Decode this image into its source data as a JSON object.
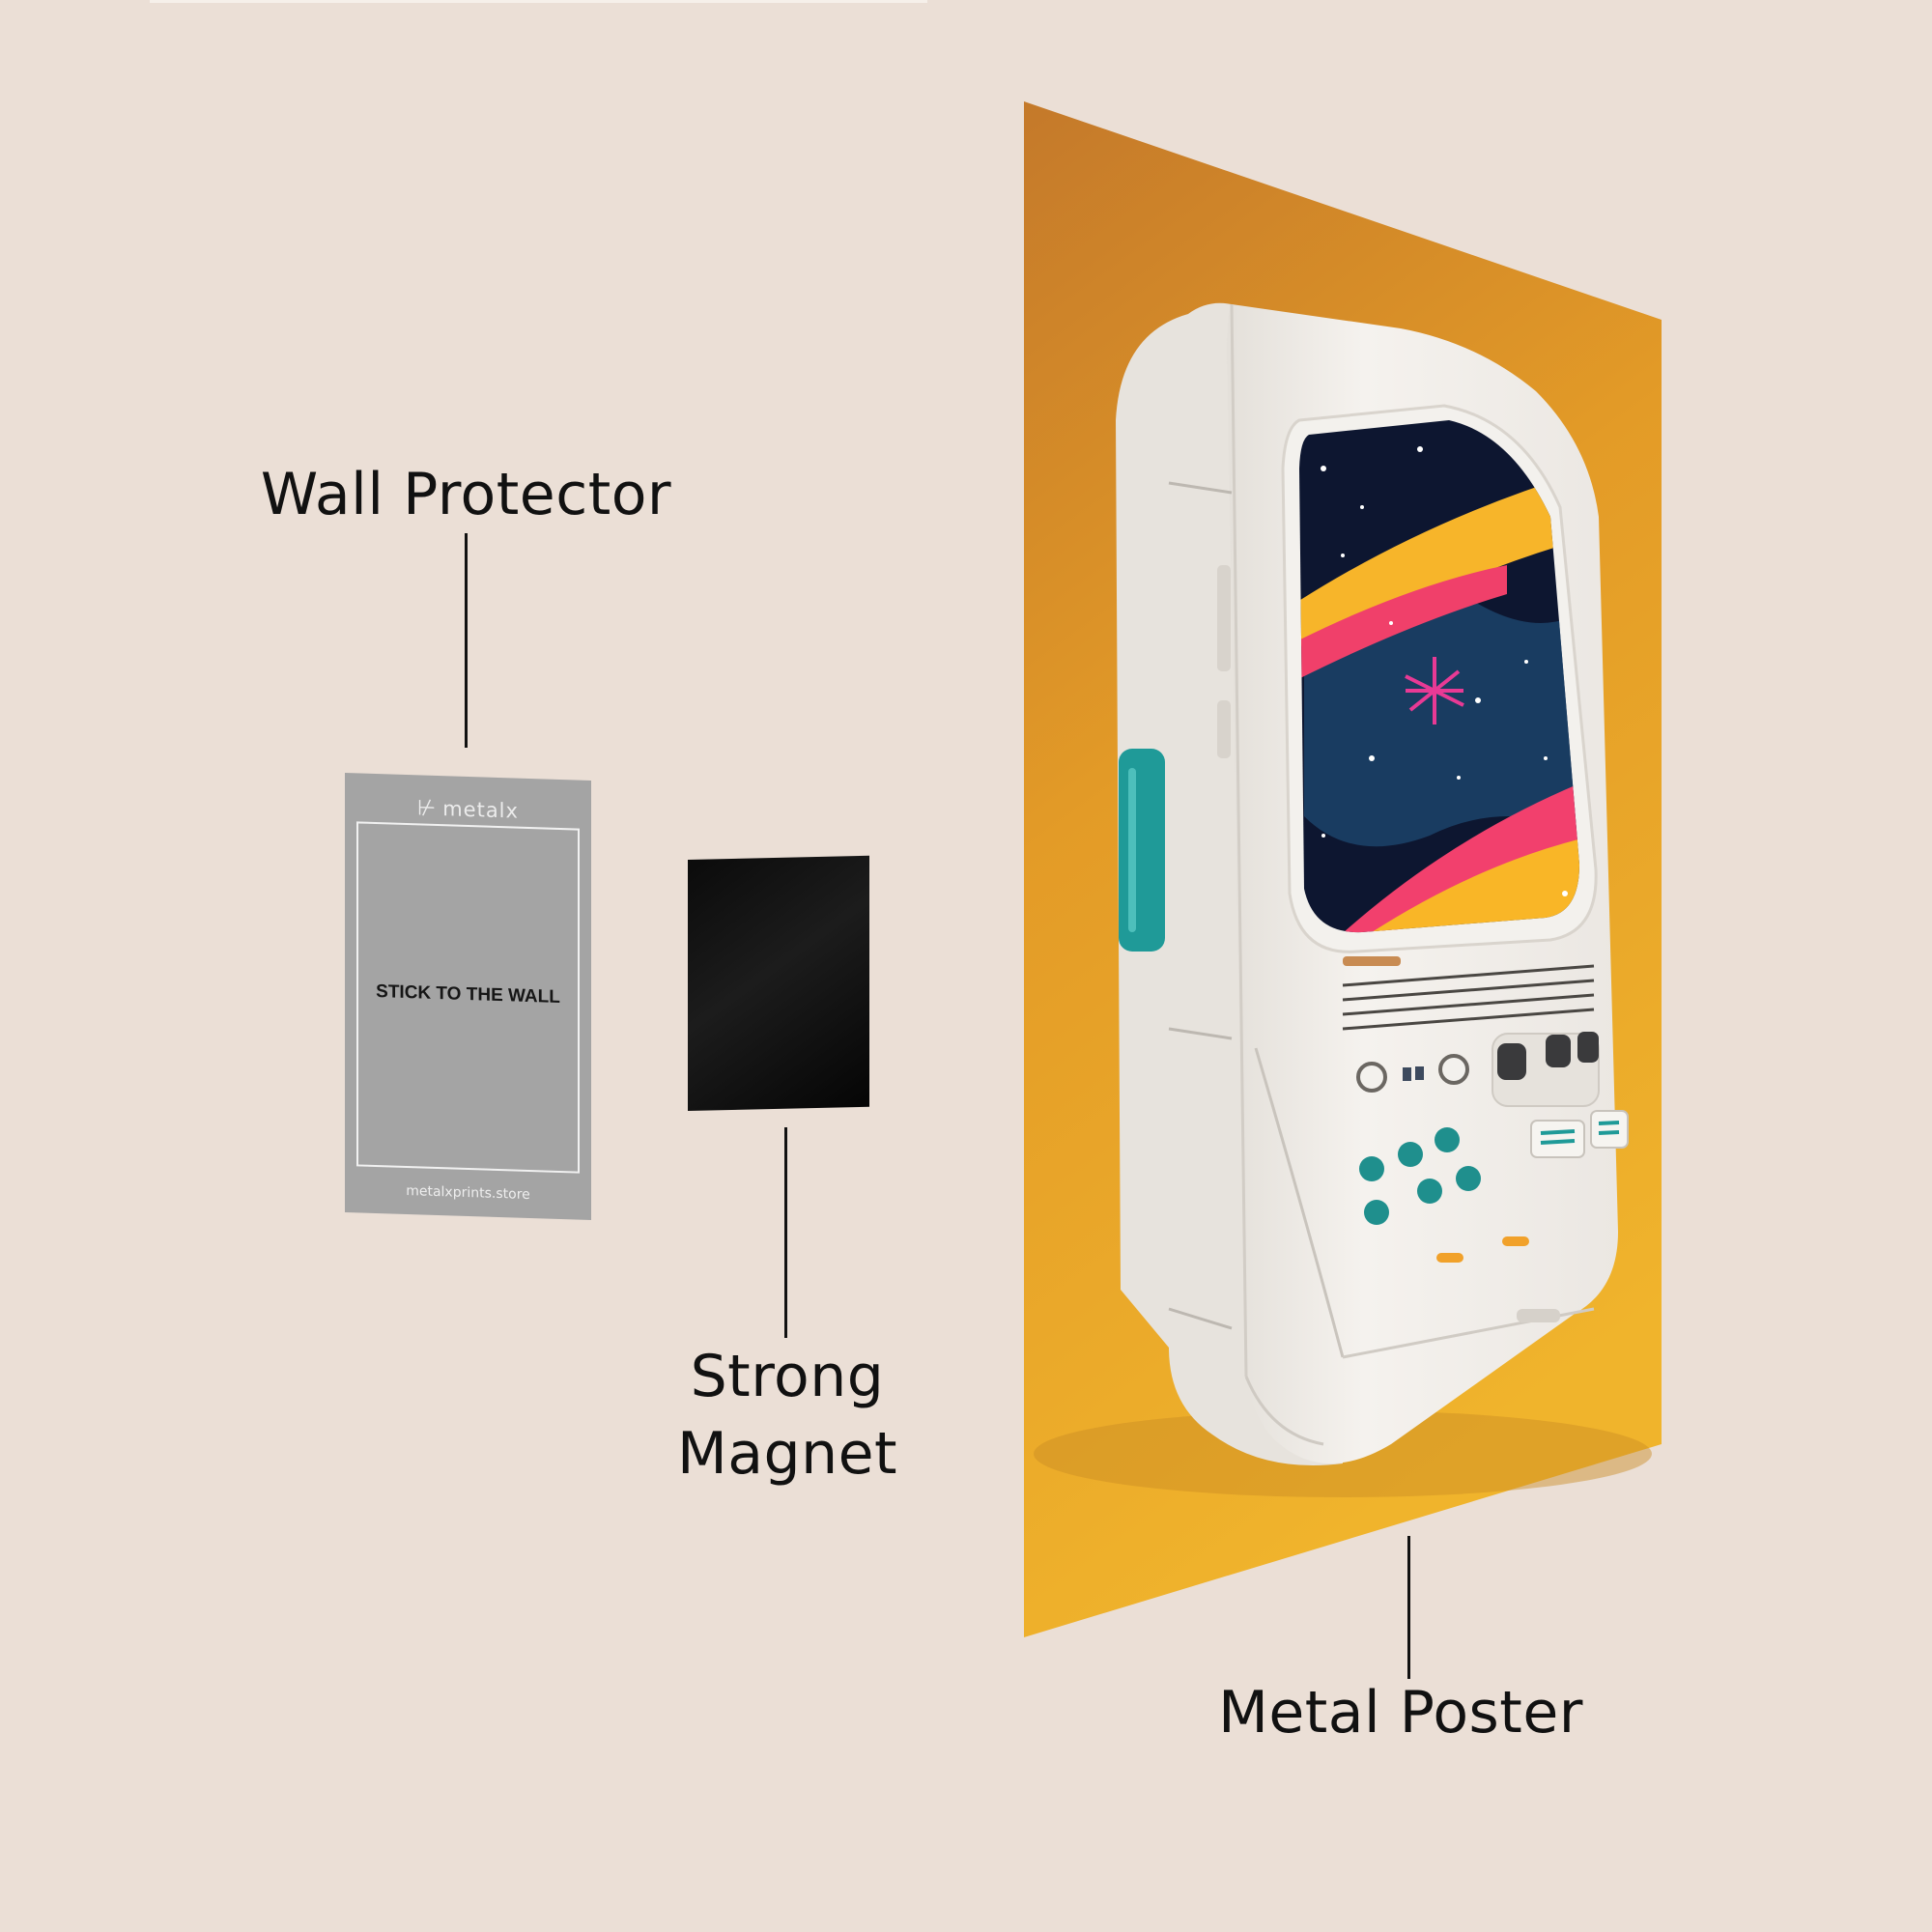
{
  "labels": {
    "wall_protector": "Wall Protector",
    "strong_magnet_line1": "Strong",
    "strong_magnet_line2": "Magnet",
    "metal_poster": "Metal Poster"
  },
  "wall_protector_card": {
    "brand": "metalx",
    "instruction": "STICK TO THE WALL",
    "website": "metalxprints.store"
  },
  "colors": {
    "background": "#ebdfd6",
    "poster_orange": "#e39b27",
    "protector_gray": "#a4a4a4",
    "magnet_black": "#0b0b0b",
    "device_white": "#f2efea",
    "teal": "#1f9a98"
  }
}
